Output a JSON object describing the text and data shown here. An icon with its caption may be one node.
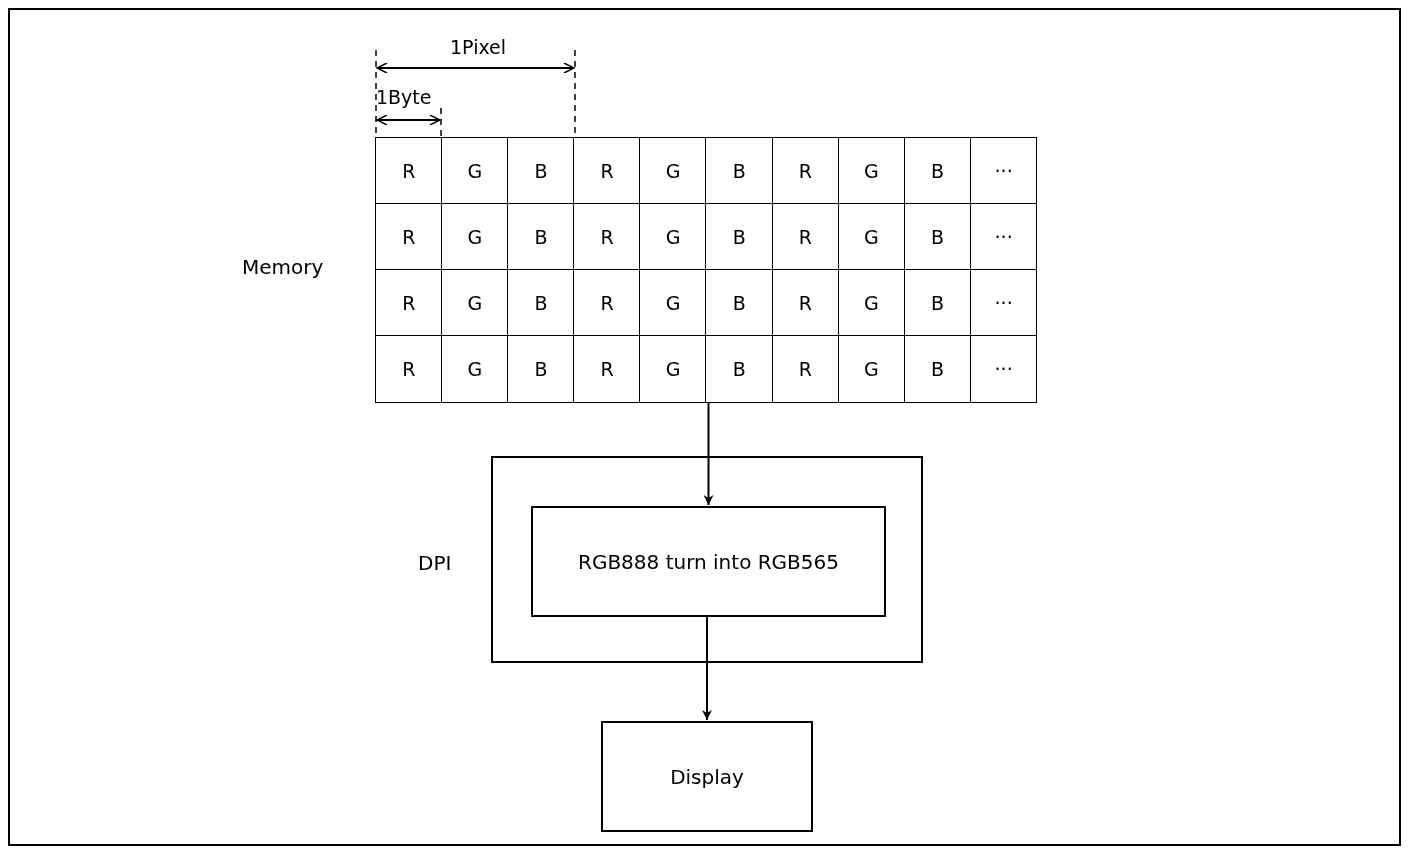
{
  "diagram": {
    "nodes": [
      {
        "text": [
          "Memory"
        ]
      },
      {
        "text": [
          "DPI"
        ]
      },
      {
        "text": [
          "RGB888 turn into RGB565"
        ],
        "in": 1
      },
      {
        "text": [
          "Display"
        ]
      }
    ],
    "edges": [
      {
        "from": 0,
        "to": 2,
        "arrow": "to"
      },
      {
        "from": 2,
        "to": 3,
        "arrow": "to"
      }
    ],
    "labels": [
      "1Pixel",
      "1Byte",
      "R",
      "G",
      "B",
      "R",
      "G",
      "B",
      "R",
      "G",
      "B",
      "···",
      "R",
      "G",
      "B",
      "R",
      "G",
      "B",
      "R",
      "G",
      "B",
      "···",
      "R",
      "G",
      "B",
      "R",
      "G",
      "B",
      "R",
      "G",
      "B",
      "···",
      "R",
      "G",
      "B",
      "R",
      "G",
      "B",
      "R",
      "G",
      "B",
      "···"
    ]
  }
}
